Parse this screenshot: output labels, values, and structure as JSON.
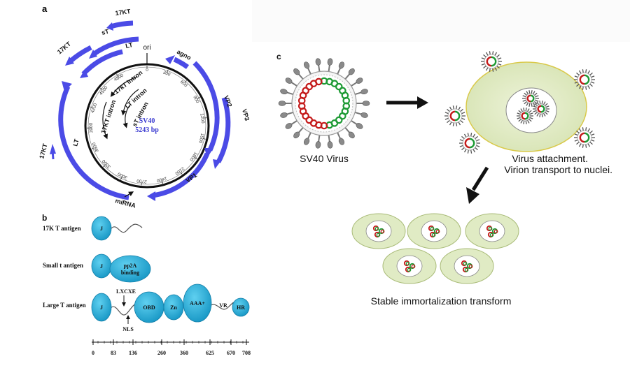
{
  "panel_a": {
    "label": "a",
    "center_line1": "SV40",
    "center_line2": "5243 bp",
    "ori": "ori",
    "scale_ticks": [
      "0",
      "300",
      "600",
      "900",
      "1200",
      "1500",
      "1800",
      "2100",
      "2400",
      "2700",
      "3000",
      "3300",
      "3600",
      "3900",
      "4200",
      "4500",
      "4800"
    ],
    "labels": {
      "t17kT_1": "17KT",
      "sT": "sT",
      "LT_top": "LT",
      "t17kT_2": "17KT",
      "agno": "agno",
      "VP2": "VP2",
      "VP3": "VP3",
      "VP1": "VP1",
      "LT_left": "LT",
      "t17kT_3": "17KT",
      "miRNA": "miRNA",
      "intron_17kT": "17kT intron",
      "intron_17KT": "17KT intron",
      "intron_LT": "LT intron",
      "intron_sT": "sT intron"
    }
  },
  "panel_b": {
    "label": "b",
    "rows": [
      {
        "name": "17K T antigen",
        "domains": [
          "J"
        ]
      },
      {
        "name": "Small t antigen",
        "domains": [
          "J",
          "pp2A binding"
        ]
      },
      {
        "name": "Large T antigen",
        "domains": [
          "J",
          "OBD",
          "Zn",
          "AAA+",
          "VR",
          "HR"
        ],
        "motifs": [
          "LXCXE",
          "NLS"
        ]
      }
    ],
    "pp2a_line1": "pp2A",
    "pp2a_line2": "binding",
    "axis_ticks": [
      "0",
      "83",
      "136",
      "260",
      "360",
      "625",
      "670",
      "708"
    ]
  },
  "panel_c": {
    "label": "c",
    "virus_caption": "SV40 Virus",
    "attach_caption_1": "Virus attachment.",
    "attach_caption_2": "Virion transport to nuclei.",
    "transform_caption": "Stable immortalization transform"
  },
  "colors": {
    "arrow_blue": "#4b4be6",
    "domain_cyan": "#29b3dd",
    "cell_fill": "#e0ebc4",
    "dna_red": "#c41a1a",
    "dna_green": "#1d9a34"
  }
}
